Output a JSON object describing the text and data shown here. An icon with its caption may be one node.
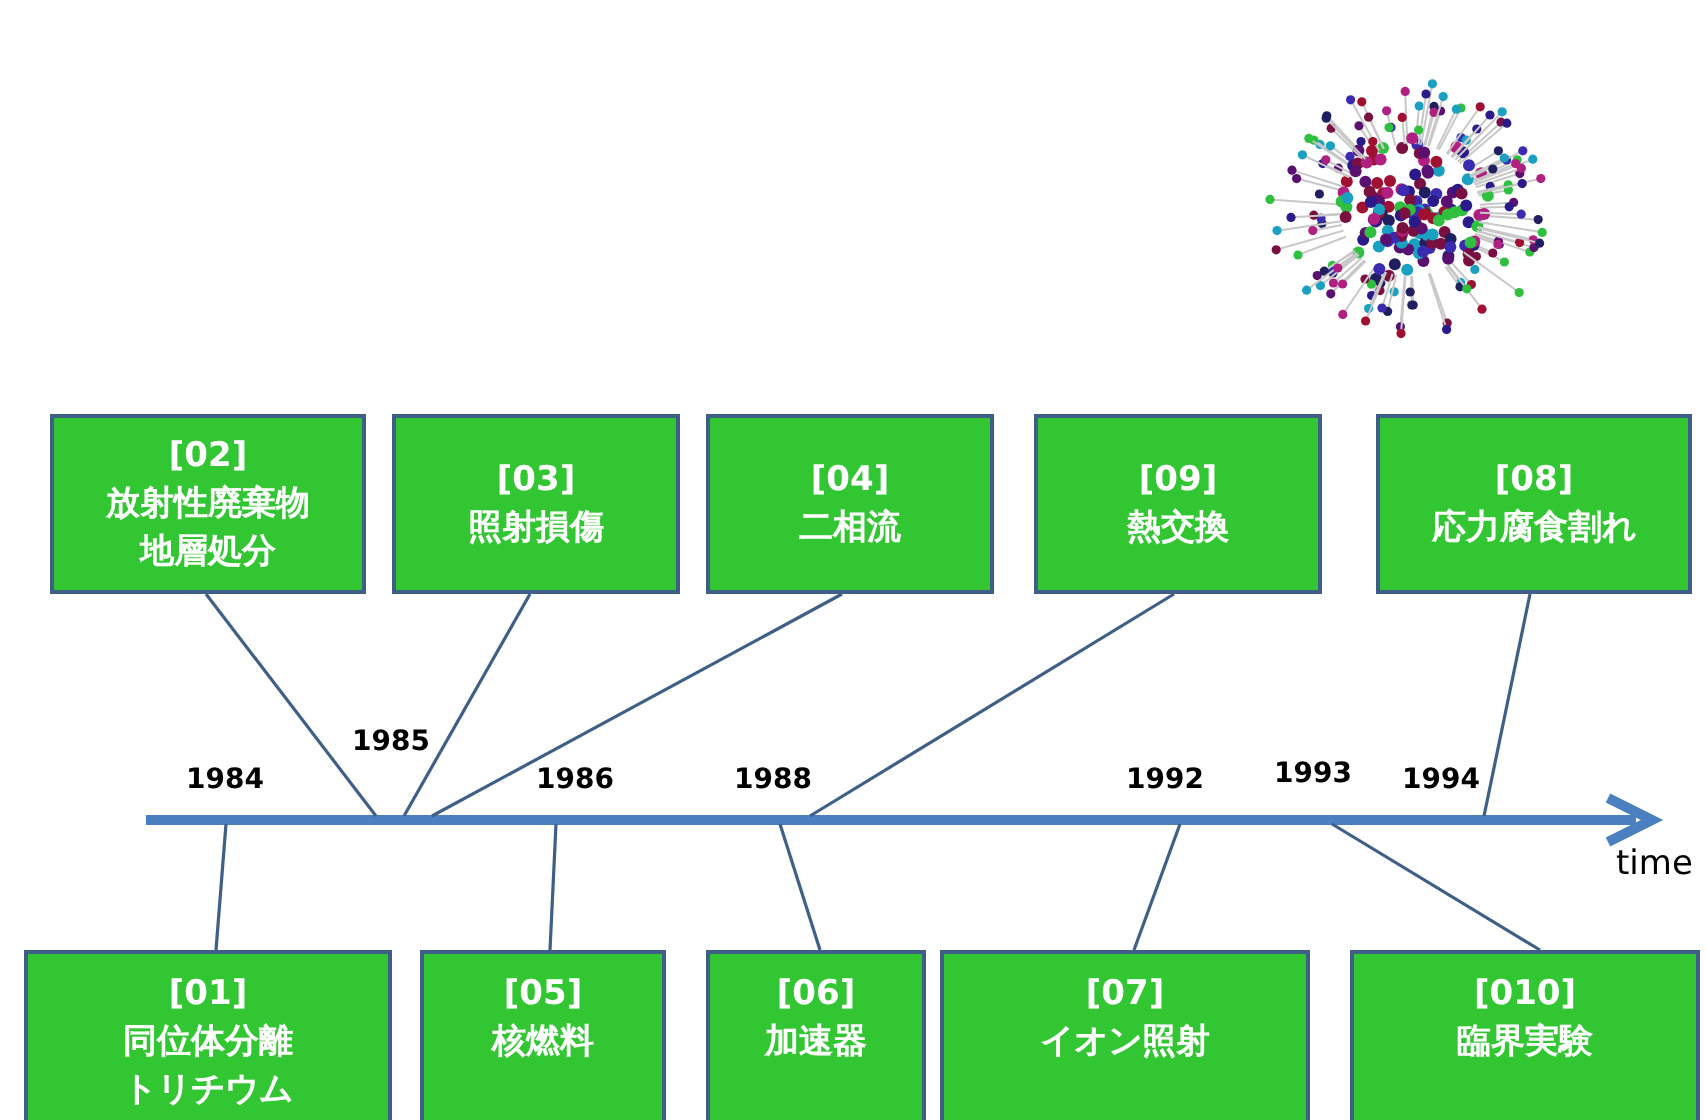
{
  "diagram": {
    "nodes": [
      {
        "text": [
          "[02]",
          "放射性廃棄物地層処分"
        ]
      },
      {
        "text": [
          "[03]",
          "照射損傷"
        ]
      },
      {
        "text": [
          "[04]",
          "二相流"
        ]
      },
      {
        "text": [
          "[09]",
          "熱交換"
        ]
      },
      {
        "text": [
          "[08]",
          "応力腐食割れ"
        ]
      },
      {
        "text": [
          "[01]",
          "同位体分離トリチウム"
        ]
      },
      {
        "text": [
          "[05]",
          "核燃料"
        ]
      },
      {
        "text": [
          "[06]",
          "加速器"
        ]
      },
      {
        "text": [
          "[07]",
          "イオン照射"
        ]
      },
      {
        "text": [
          "[010]",
          "臨界実験"
        ]
      }
    ],
    "edges": [
      {
        "from": 0,
        "to": null,
        "arrow": "none"
      },
      {
        "from": 1,
        "to": null,
        "arrow": "none"
      },
      {
        "from": 2,
        "to": null,
        "arrow": "none"
      },
      {
        "from": 3,
        "to": null,
        "arrow": "none"
      },
      {
        "from": 4,
        "to": null,
        "arrow": "none"
      },
      {
        "from": 5,
        "to": null,
        "arrow": "none"
      },
      {
        "from": 6,
        "to": null,
        "arrow": "none"
      },
      {
        "from": 7,
        "to": null,
        "arrow": "none"
      },
      {
        "from": 8,
        "to": null,
        "arrow": "none"
      },
      {
        "from": 9,
        "to": null,
        "arrow": "none"
      }
    ],
    "labels": [
      "1984",
      "1985",
      "1986",
      "1988",
      "1992",
      "1993",
      "1994",
      "time"
    ]
  }
}
